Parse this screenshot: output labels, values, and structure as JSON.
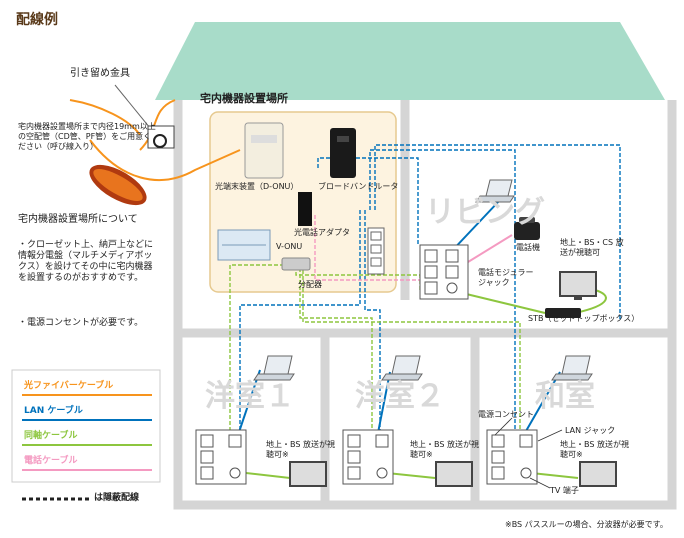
{
  "title": "配線例",
  "fixture_label": "引き留め金具",
  "conduit_note": "宅内機器設置場所まで内径19mm以上の空配管（CD管、PF管）をご用意ください（呼び線入り）",
  "install_area_title": "宅内機器設置場所",
  "about_heading": "宅内機器設置場所について",
  "about_bullets": [
    "・クローゼット上、納戸上などに情報分電盤（マルチメディアボックス）を設けてその中に宅内機器を設置するのがおすすめです。",
    "・電源コンセントが必要です。"
  ],
  "devices": {
    "onu": "光端末装置（D-ONU）",
    "router": "ブロードバンドルータ",
    "phone_adapter": "光電話アダプタ",
    "vonu": "V-ONU",
    "splitter": "分配器",
    "phone": "電話機",
    "modular_jack": "電話モジュラージャック",
    "stb": "STB（セットトップボックス）",
    "tv_living": "地上・BS・CS 放送が視聴可",
    "tv_room": "地上・BS 放送が視聴可※"
  },
  "rooms": {
    "living": "リビング",
    "room1": "洋室１",
    "room2": "洋室２",
    "washitsu": "和室"
  },
  "outlet_labels": {
    "power": "電源コンセント",
    "lan": "LAN ジャック",
    "tv": "TV 端子"
  },
  "legend": [
    {
      "label": "光ファイバーケーブル",
      "color": "#f7941d",
      "dash": false
    },
    {
      "label": "LAN ケーブル",
      "color": "#0072bc",
      "dash": false
    },
    {
      "label": "同軸ケーブル",
      "color": "#8dc63f",
      "dash": false
    },
    {
      "label": "電話ケーブル",
      "color": "#f49ac1",
      "dash": false
    }
  ],
  "hidden_wiring": "は隠蔽配線",
  "footnote": "※BS パススルーの場合、分波器が必要です。",
  "colors": {
    "roof": "#a8dcc9",
    "house_border": "#d5d5d5",
    "area_fill": "#fdf3e0",
    "area_border": "#e6c98f",
    "fiber": "#f7941d",
    "lan": "#0072bc",
    "coax": "#8dc63f",
    "phone": "#f49ac1",
    "title": "#5a3a1a"
  }
}
